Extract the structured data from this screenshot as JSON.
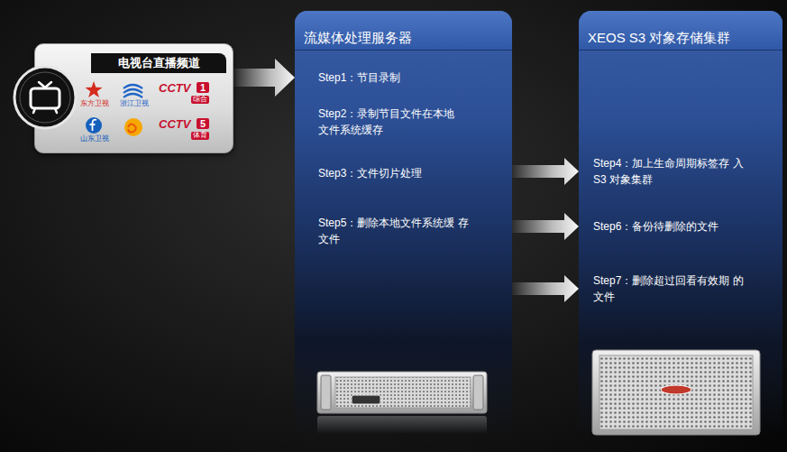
{
  "diagram": {
    "nodes": [
      {
        "text": [
          "电视台直播频道"
        ]
      },
      {
        "text": [
          "流媒体处理服务器",
          "Step1：节目录制",
          "Step2：录制节目文件在本地 文件系统缓存",
          "Step3：文件切片处理",
          "Step5：删除本地文件系统缓 存文件"
        ]
      },
      {
        "text": [
          "XEOS S3 对象存储集群",
          "Step4：加上生命周期标签存 入 S3 对象集群",
          "Step6：备份待删除的文件",
          "Step7：删除超过回看有效期 的文件"
        ]
      }
    ],
    "edges": [
      {
        "from": 0,
        "to": 1,
        "arrow": "to"
      },
      {
        "from": 1,
        "to": 2,
        "arrow": "to"
      },
      {
        "from": 1,
        "to": 2,
        "arrow": "to"
      },
      {
        "from": 1,
        "to": 2,
        "arrow": "to"
      }
    ],
    "labels": [
      "东方卫视",
      "浙江卫视",
      "CCTV",
      "1",
      "综合",
      "山东卫视",
      "CCTV",
      "5",
      "体育"
    ]
  }
}
